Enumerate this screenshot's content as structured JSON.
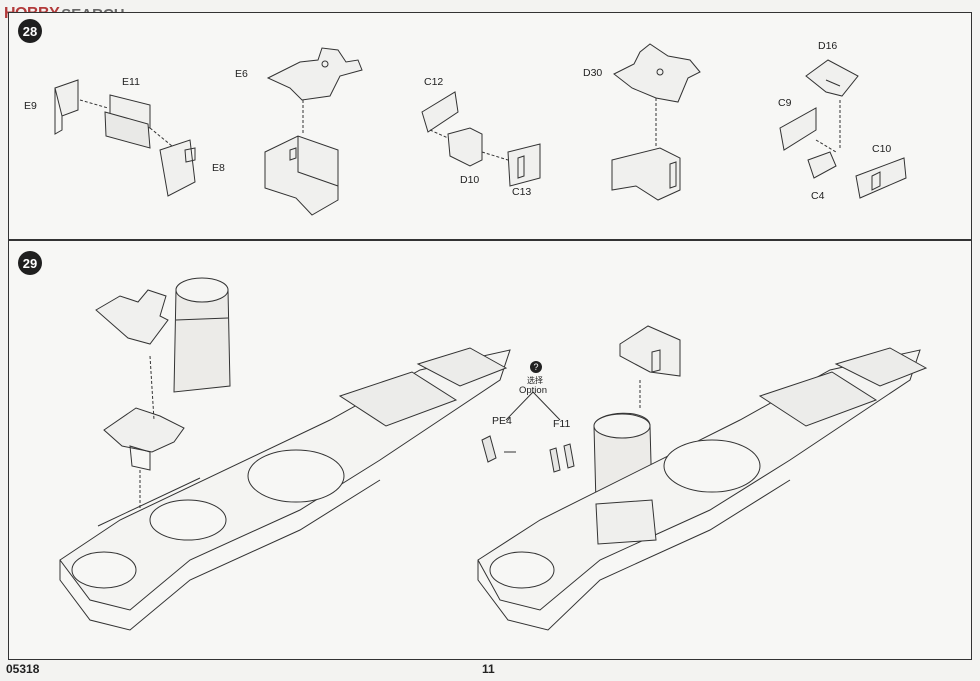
{
  "watermark": {
    "logo": "HOBBY",
    "search": "SEARCH"
  },
  "step28": {
    "number": "28",
    "labels": {
      "E9": "E9",
      "E11": "E11",
      "E8": "E8",
      "E6": "E6",
      "C12": "C12",
      "D10": "D10",
      "C13": "C13",
      "D30": "D30",
      "D16": "D16",
      "C9": "C9",
      "C10": "C10",
      "C4": "C4"
    }
  },
  "step29": {
    "number": "29",
    "option": {
      "icon": "?",
      "chinese": "选择",
      "english": "Option"
    },
    "labels": {
      "PE4": "PE4",
      "F11": "F11"
    }
  },
  "footer": {
    "code": "05318",
    "page": "11"
  },
  "colors": {
    "line": "#333333",
    "paper": "#f7f7f5",
    "badge": "#1f1f1f"
  }
}
